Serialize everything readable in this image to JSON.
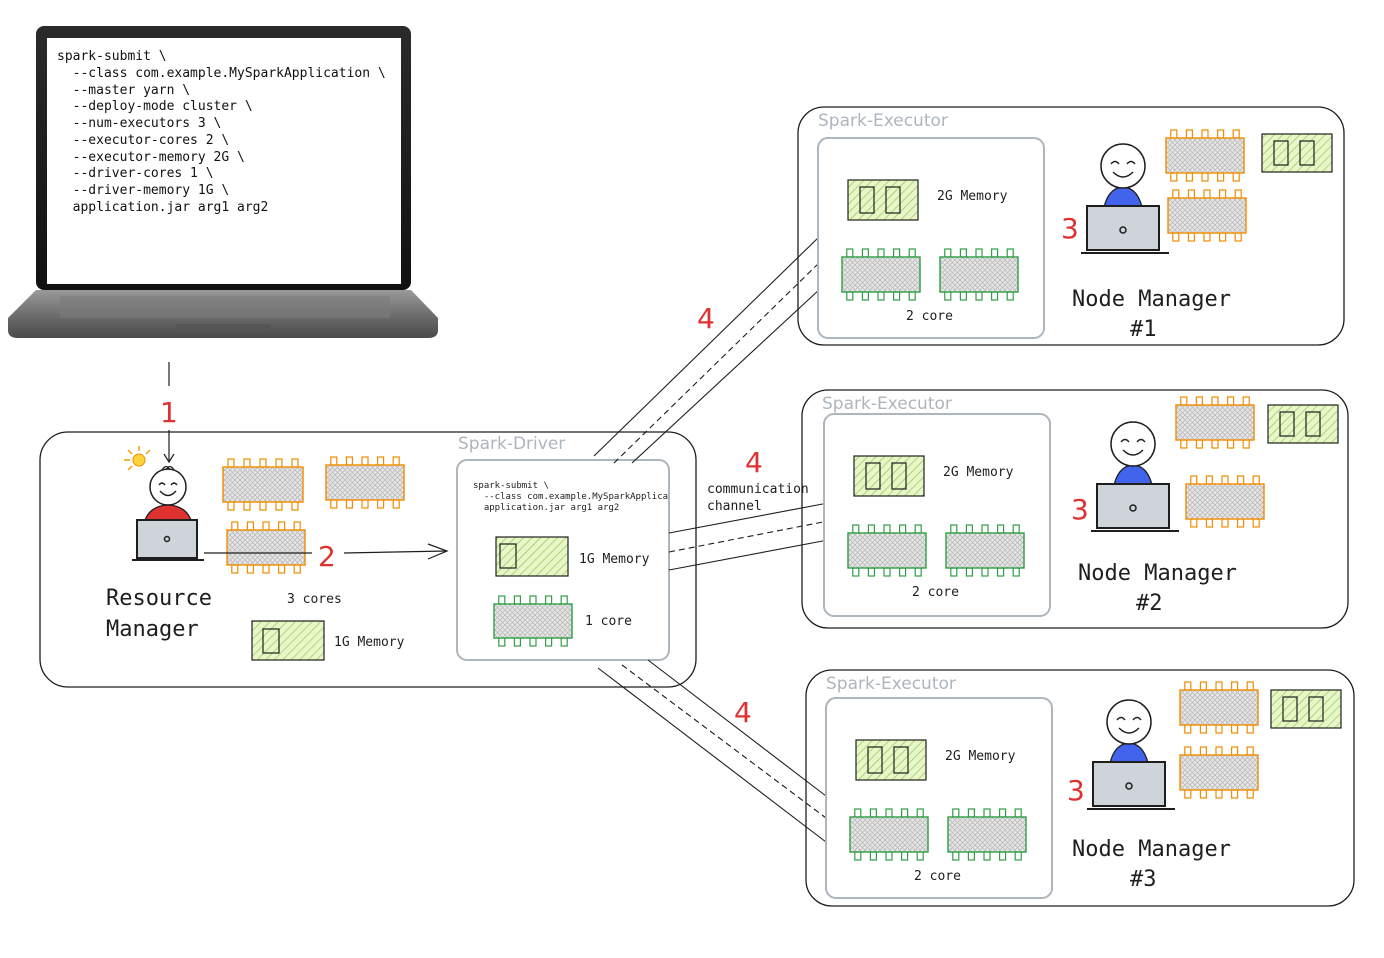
{
  "laptop": {
    "code_lines": [
      "spark-submit \\",
      "  --class com.example.MySparkApplication \\",
      "  --master yarn \\",
      "  --deploy-mode cluster \\",
      "  --num-executors 3 \\",
      "  --executor-cores 2 \\",
      "  --executor-memory 2G \\",
      "  --driver-cores 1 \\",
      "  --driver-memory 1G \\",
      "  application.jar arg1 arg2"
    ]
  },
  "steps": {
    "s1": "1",
    "s2": "2",
    "s3": "3",
    "s4": "4"
  },
  "resource_manager": {
    "label_line1": "Resource",
    "label_line2": "Manager",
    "cores": "3 cores",
    "memory": "1G Memory"
  },
  "driver": {
    "title": "Spark-Driver",
    "code_lines": [
      "spark-submit \\",
      "  --class com.example.MySparkApplica",
      "  application.jar arg1 arg2"
    ],
    "memory": "1G Memory",
    "cores": "1 core"
  },
  "communication": {
    "label_line1": "communication",
    "label_line2": "channel"
  },
  "executors": [
    {
      "title": "Spark-Executor",
      "memory": "2G Memory",
      "cores": "2 core",
      "node_line1": "Node Manager",
      "node_line2": "#1"
    },
    {
      "title": "Spark-Executor",
      "memory": "2G Memory",
      "cores": "2 core",
      "node_line1": "Node Manager",
      "node_line2": "#2"
    },
    {
      "title": "Spark-Executor",
      "memory": "2G Memory",
      "cores": "2 core",
      "node_line1": "Node Manager",
      "node_line2": "#3"
    }
  ],
  "colors": {
    "step_red": "#e03131",
    "chip_orange": "#f08c00",
    "chip_green": "#2f9e44",
    "memory_fill": "#d8f5a2",
    "person_blue": "#4263eb",
    "person_red": "#e03131",
    "outline": "#1e1e1e",
    "container_gray": "#adb5bd"
  }
}
